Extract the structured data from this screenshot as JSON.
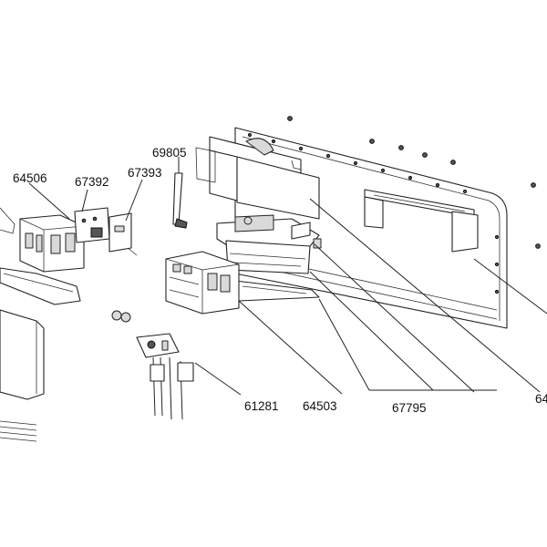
{
  "diagram": {
    "labels": [
      {
        "id": "lbl-69805",
        "text": "69805"
      },
      {
        "id": "lbl-64506",
        "text": "64506"
      },
      {
        "id": "lbl-67392",
        "text": "67392"
      },
      {
        "id": "lbl-67393",
        "text": "67393"
      },
      {
        "id": "lbl-61281",
        "text": "61281"
      },
      {
        "id": "lbl-64503",
        "text": "64503"
      },
      {
        "id": "lbl-67795",
        "text": "67795"
      },
      {
        "id": "lbl-64-cut",
        "text": "64"
      }
    ]
  }
}
